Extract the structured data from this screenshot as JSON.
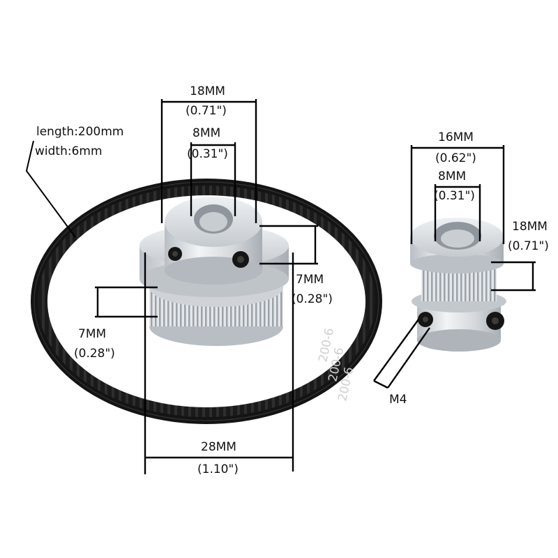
{
  "belt": {
    "length_label": "length:200mm",
    "width_label": "width:6mm",
    "print_lines": [
      "200-6",
      "200-6",
      "200-6"
    ]
  },
  "large_pulley": {
    "outer_diameter": "18MM",
    "outer_diameter_in": "(0.71\")",
    "bore": "8MM",
    "bore_in": "(0.31\")",
    "hub_height": "7MM",
    "hub_height_in": "(0.28\")",
    "teeth_width": "7MM",
    "teeth_width_in": "(0.28\")",
    "flange_diameter": "28MM",
    "flange_diameter_in": "(1.10\")"
  },
  "small_pulley": {
    "outer_diameter": "16MM",
    "outer_diameter_in": "(0.62\")",
    "bore": "8MM",
    "bore_in": "(0.31\")",
    "height": "18MM",
    "height_in": "(0.71\")",
    "screw": "M4"
  },
  "colors": {
    "belt": "#1a1a1a",
    "aluminum": "#d9dde2",
    "aluminum_dark": "#9aa1a8",
    "screw": "#151515"
  }
}
